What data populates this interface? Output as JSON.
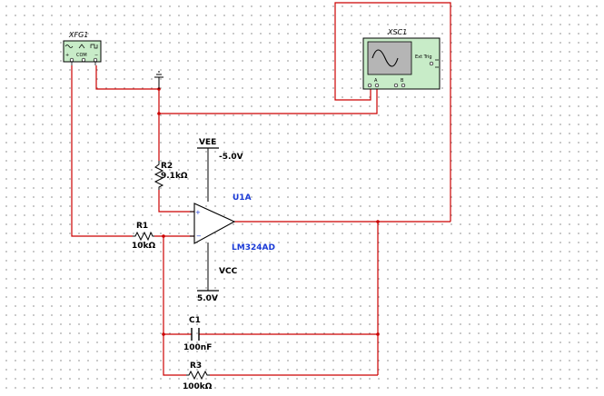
{
  "instruments": {
    "function_generator": {
      "ref": "XFG1",
      "com_label": "COM",
      "terminals": [
        "+",
        "COM",
        "−"
      ]
    },
    "oscilloscope": {
      "ref": "XSC1",
      "ext_trig_label": "Ext Trig",
      "channels": [
        "A",
        "B"
      ]
    }
  },
  "components": {
    "r1": {
      "ref": "R1",
      "value": "10kΩ"
    },
    "r2": {
      "ref": "R2",
      "value": "9.1kΩ"
    },
    "r3": {
      "ref": "R3",
      "value": "100kΩ"
    },
    "c1": {
      "ref": "C1",
      "value": "100nF"
    },
    "opamp": {
      "ref": "U1A",
      "part": "LM324AD",
      "pin_plus": "+",
      "pin_minus": "−"
    },
    "vee": {
      "label": "VEE",
      "value": "-5.0V"
    },
    "vcc": {
      "label": "VCC",
      "value": "5.0V"
    }
  },
  "colors": {
    "wire": "#cc0000",
    "component": "#000000",
    "label_accent": "#1a3ad6",
    "instrument_body": "#c8ecc8"
  }
}
